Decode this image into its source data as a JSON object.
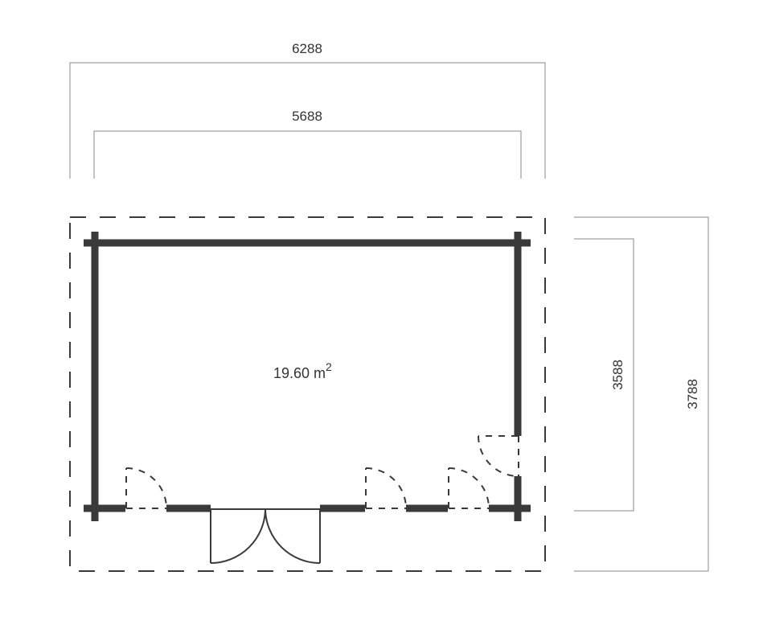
{
  "dimensions": {
    "outer_width": "6288",
    "inner_width": "5688",
    "inner_depth": "3588",
    "outer_depth": "3788"
  },
  "room": {
    "area_value": "19.60 m",
    "area_unit_exp": "2"
  },
  "colors": {
    "wall": "#3a3a3a",
    "dimension_line": "#888888"
  }
}
